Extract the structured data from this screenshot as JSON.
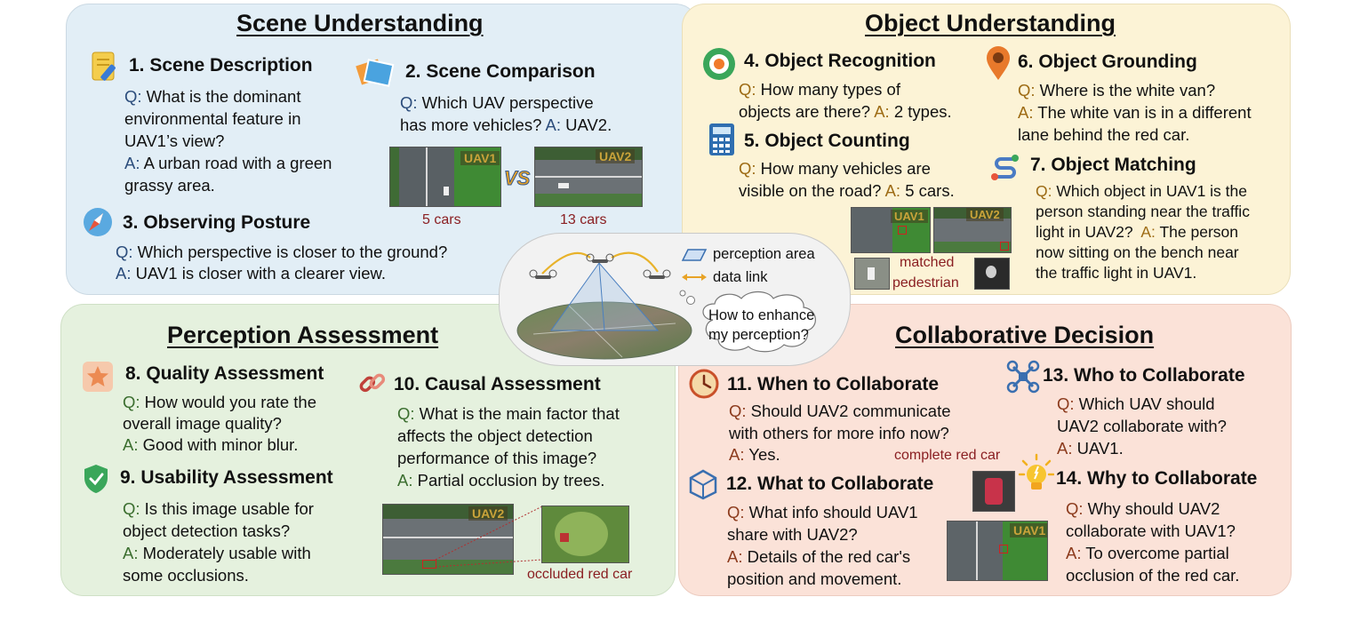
{
  "scene": {
    "title": "Scene Understanding",
    "t1": {
      "heading": "1. Scene Description",
      "q1": "What is the dominant",
      "q2": "environmental feature in",
      "q3": "UAV1’s view?",
      "a1": "A urban road with a green",
      "a2": "grassy area."
    },
    "t2": {
      "heading": "2. Scene Comparison",
      "q1": "Which UAV perspective",
      "q2": "has more vehicles?",
      "a": "UAV2.",
      "img1_label": "UAV1",
      "img2_label": "UAV2",
      "cap1": "5 cars",
      "cap2": "13 cars"
    },
    "t3": {
      "heading": "3. Observing Posture",
      "q": "Which perspective is closer to the ground?",
      "a": "UAV1 is closer with a clearer view."
    }
  },
  "object": {
    "title": "Object Understanding",
    "t4": {
      "heading": "4. Object Recognition",
      "q1": "How many types of",
      "q2": "objects are there?",
      "a": "2 types."
    },
    "t5": {
      "heading": "5. Object Counting",
      "q1": "How many vehicles are",
      "q2": "visible on the road?",
      "a": "5 cars."
    },
    "t6": {
      "heading": "6. Object Grounding",
      "q": "Where is the white van?",
      "a1": "The white van is in a different",
      "a2": "lane behind the red car."
    },
    "t7": {
      "heading": "7. Object Matching",
      "q1": "Which object in UAV1 is the",
      "q2": "person standing near the traffic",
      "q3": "light in UAV2?",
      "a1": "The person",
      "a2": "now sitting on the bench near",
      "a3": "the traffic light in UAV1."
    },
    "img1_label": "UAV1",
    "img2_label": "UAV2",
    "match1": "matched",
    "match2": "pedestrian"
  },
  "center": {
    "legend_area": "perception area",
    "legend_link": "data link",
    "thought1": "How to enhance",
    "thought2": "my perception?"
  },
  "percep": {
    "title": "Perception Assessment",
    "t8": {
      "heading": "8. Quality Assessment",
      "q1": "How would you rate the",
      "q2": "overall image quality?",
      "a": "Good with minor blur."
    },
    "t9": {
      "heading": "9. Usability Assessment",
      "q1": "Is this image usable for",
      "q2": "object detection tasks?",
      "a1": "Moderately usable with",
      "a2": "some occlusions."
    },
    "t10": {
      "heading": "10. Causal Assessment",
      "q1": "What is the main factor that",
      "q2": "affects the object detection",
      "q3": "performance of this image?",
      "a": "Partial occlusion by trees."
    },
    "img_label": "UAV2",
    "cap": "occluded red car"
  },
  "collab": {
    "title": "Collaborative Decision",
    "t11": {
      "heading": "11. When to Collaborate",
      "q1": "Should UAV2 communicate",
      "q2": "with others for more info now?",
      "a": "Yes."
    },
    "t12": {
      "heading": "12. What to Collaborate",
      "q1": "What info should UAV1",
      "q2": "share with UAV2?",
      "a1": "Details of the red car's",
      "a2": "position and movement."
    },
    "t13": {
      "heading": "13. Who to Collaborate",
      "q1": "Which UAV should",
      "q2": "UAV2 collaborate with?",
      "a": "UAV1."
    },
    "t14": {
      "heading": "14. Why to Collaborate",
      "q1": "Why should UAV2",
      "q2": "collaborate with UAV1?",
      "a1": "To overcome partial",
      "a2": "occlusion of the red car."
    },
    "img_label": "UAV1",
    "cap": "complete red car"
  },
  "labels": {
    "q": "Q:",
    "a": "A:"
  },
  "colors": {
    "scene_bg": "#e2eef6",
    "object_bg": "#fcf3d6",
    "percep_bg": "#e5f1de",
    "collab_bg": "#fbe2d8",
    "q_blue": "#2c4d7c",
    "q_orange": "#9d6b14",
    "q_green": "#3b6e2f",
    "q_red": "#8c3b1d",
    "caption": "#8a1f22"
  }
}
